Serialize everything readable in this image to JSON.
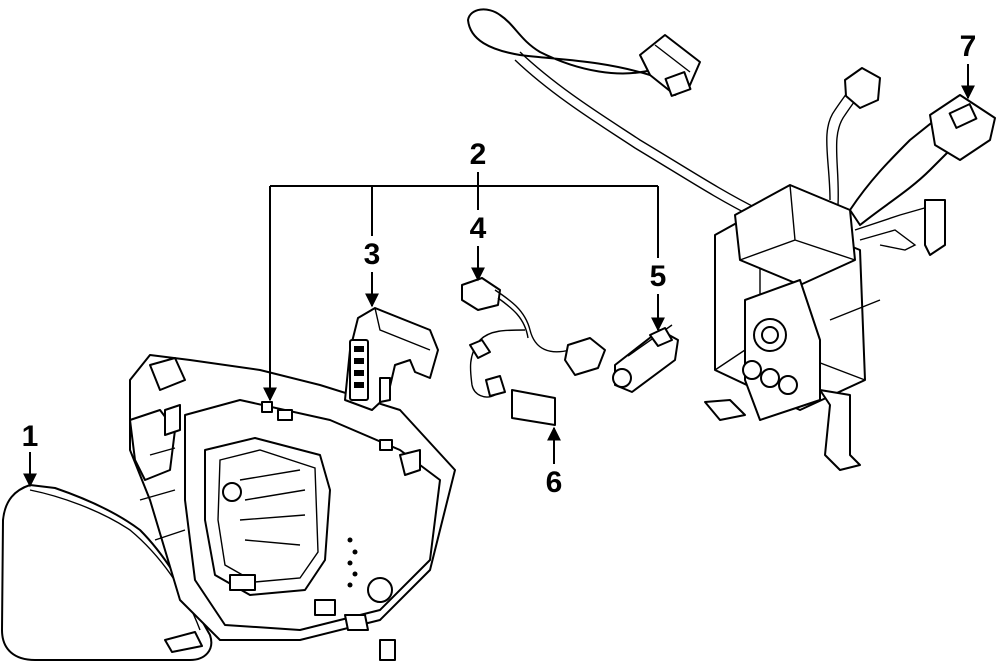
{
  "diagram": {
    "parts": [
      {
        "id": "p1",
        "label": "1"
      },
      {
        "id": "p2",
        "label": "2"
      },
      {
        "id": "p3",
        "label": "3"
      },
      {
        "id": "p4",
        "label": "4"
      },
      {
        "id": "p5",
        "label": "5"
      },
      {
        "id": "p6",
        "label": "6"
      },
      {
        "id": "p7",
        "label": "7"
      }
    ]
  }
}
